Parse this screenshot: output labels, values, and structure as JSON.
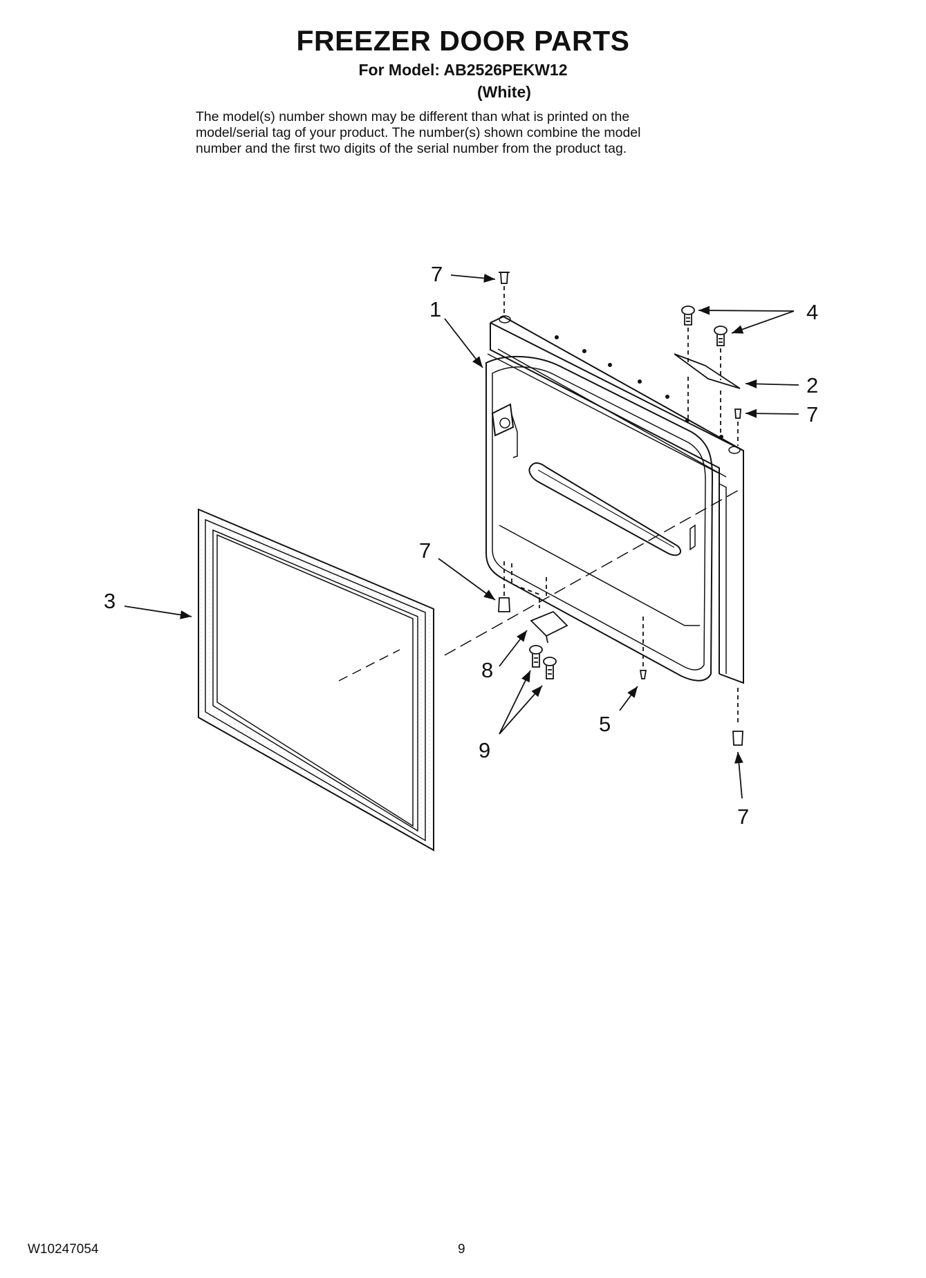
{
  "header": {
    "title": "FREEZER DOOR PARTS",
    "model_line": "For Model: AB2526PEKW12",
    "color_line": "(White)",
    "note_lines": [
      "The model(s) number shown may be different than what is printed on the",
      "model/serial tag of your product. The number(s) shown combine the model",
      "number and the first two digits of the serial number from the product tag."
    ]
  },
  "callouts": {
    "door": "1",
    "hinge_plate": "2",
    "gasket": "3",
    "hinge_screws": "4",
    "screw_5": "5",
    "plug_top_left": "7",
    "plug_top_right": "7",
    "plug_bottom_left": "7",
    "plug_bottom_right": "7",
    "bottom_hinge": "8",
    "bottom_screws": "9"
  },
  "footer": {
    "doc_number": "W10247054",
    "page_number": "9"
  }
}
